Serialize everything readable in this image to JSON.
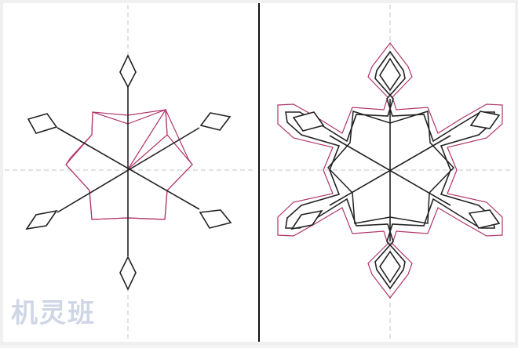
{
  "watermark_text": "机灵班",
  "colors": {
    "background": "#ffffff",
    "frame": "#f0f0f0",
    "guide": "#c6c6c6",
    "divider": "#111111",
    "stroke": "#222222",
    "accent": "#b0356a"
  },
  "panels": [
    {
      "name": "left-panel",
      "stage": "step-1"
    },
    {
      "name": "right-panel",
      "stage": "step-2"
    }
  ]
}
